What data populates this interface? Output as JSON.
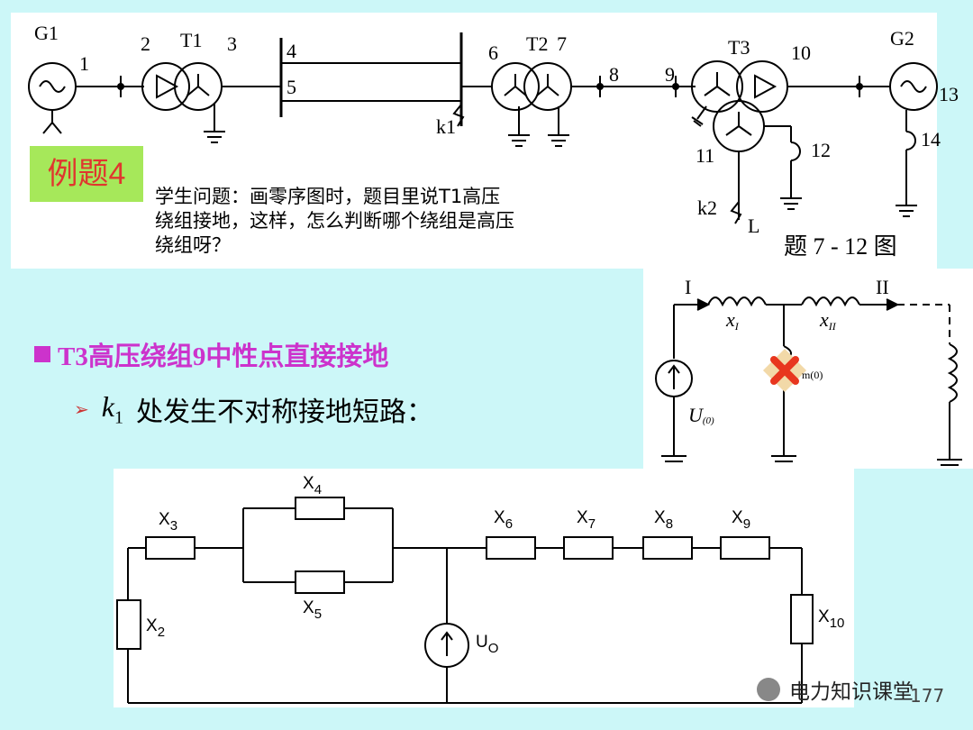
{
  "top": {
    "labels": {
      "g1": "G1",
      "n1": "1",
      "n2": "2",
      "t1": "T1",
      "n3": "3",
      "n4": "4",
      "n5": "5",
      "k1": "k1",
      "n6": "6",
      "t2": "T2",
      "n7": "7",
      "n8": "8",
      "n9": "9",
      "t3": "T3",
      "n10": "10",
      "n11": "11",
      "n12": "12",
      "g2": "G2",
      "n13": "13",
      "n14": "14",
      "k2": "k2",
      "l": "L",
      "fig": "题 7 - 12 图"
    },
    "badge": "例题4",
    "question": [
      "学生问题：画零序图时，题目里说T1高压",
      "绕组接地，这样，怎么判断哪个绕组是高压",
      "绕组呀？"
    ]
  },
  "bullet": "T3高压绕组9中性点直接接地",
  "sub": {
    "k": "k",
    "sub": "1",
    "text": "处发生不对称接地短路："
  },
  "side": {
    "I": "I",
    "II": "II",
    "xI": "x",
    "xIsub": "I",
    "xII": "x",
    "xIIsub": "II",
    "u": "U",
    "usub": "(0)",
    "xm": "m(0)"
  },
  "bottom": {
    "x2": "X",
    "x2s": "2",
    "x3": "X",
    "x3s": "3",
    "x4": "X",
    "x4s": "4",
    "x5": "X",
    "x5s": "5",
    "x6": "X",
    "x6s": "6",
    "x7": "X",
    "x7s": "7",
    "x8": "X",
    "x8s": "8",
    "x9": "X",
    "x9s": "9",
    "x10": "X",
    "x10s": "10",
    "u0": "U",
    "u0s": "O"
  },
  "watermark": "电力知识课堂",
  "page": "177",
  "colors": {
    "background": "#ccf7f8",
    "badge_bg": "#a6e85a",
    "badge_text": "#e0362e",
    "magenta": "#cc33cc",
    "cross": "#e8361e"
  }
}
